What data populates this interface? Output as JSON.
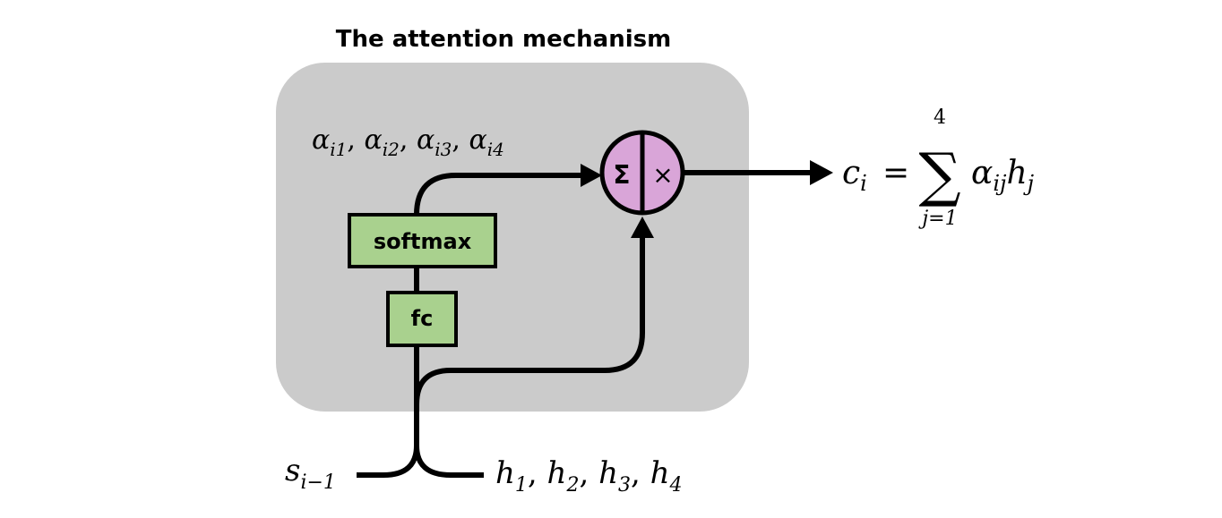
{
  "title": "The attention mechanism",
  "blocks": {
    "softmax": "softmax",
    "fc": "fc"
  },
  "operator": {
    "sum_symbol": "Σ",
    "multiply_symbol": "×"
  },
  "labels": {
    "alphas": {
      "var": "α",
      "subs": [
        "i1",
        "i2",
        "i3",
        "i4"
      ]
    },
    "state_input": {
      "var": "s",
      "sub": "i−1"
    },
    "hidden_inputs": {
      "var": "h",
      "subs": [
        "1",
        "2",
        "3",
        "4"
      ]
    },
    "output_formula": {
      "lhs_var": "c",
      "lhs_sub": "i",
      "equals": "=",
      "sum_upper": "4",
      "sum_lower": "j=1",
      "sum_symbol": "∑",
      "term_alpha": "α",
      "term_alpha_sub": "ij",
      "term_h": "h",
      "term_h_sub": "j"
    }
  },
  "colors": {
    "panel": "#cbcbcb",
    "block_fill": "#a9d18e",
    "operator_fill": "#d9a5d8",
    "stroke": "#000000"
  }
}
